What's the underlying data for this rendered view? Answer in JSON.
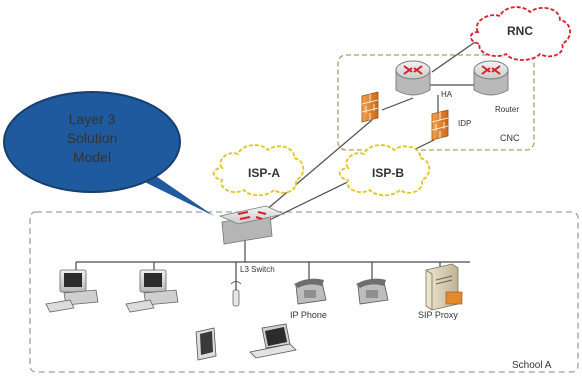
{
  "callout": {
    "line1": "Layer 3",
    "line2": "Solution",
    "line3": "Model"
  },
  "clouds": {
    "rnc": "RNC",
    "isp_a": "ISP-A",
    "isp_b": "ISP-B"
  },
  "cnc": {
    "ha": "HA",
    "router": "Router",
    "idp": "IDP",
    "name": "CNC"
  },
  "school": {
    "l3_switch": "L3 Switch",
    "ip_phone": "IP Phone",
    "sip_proxy": "SIP Proxy",
    "name": "School A"
  },
  "colors": {
    "cloud_stroke": "#d9202a",
    "cloud_isp_stroke": "#e8c21a",
    "callout_fill": "#1f5a9e",
    "callout_text": "#ffffff",
    "region_stroke": "#9aa0a6",
    "cnc_region_stroke": "#a1a36a",
    "cnc_label": "#8a8c2a",
    "firewall": "#e58b2b"
  },
  "icons": [
    "cloud-icon",
    "router-icon",
    "firewall-icon",
    "switch-icon",
    "desktop-computer-icon",
    "phone-icon",
    "server-icon",
    "tablet-icon",
    "laptop-icon",
    "antenna-icon"
  ]
}
